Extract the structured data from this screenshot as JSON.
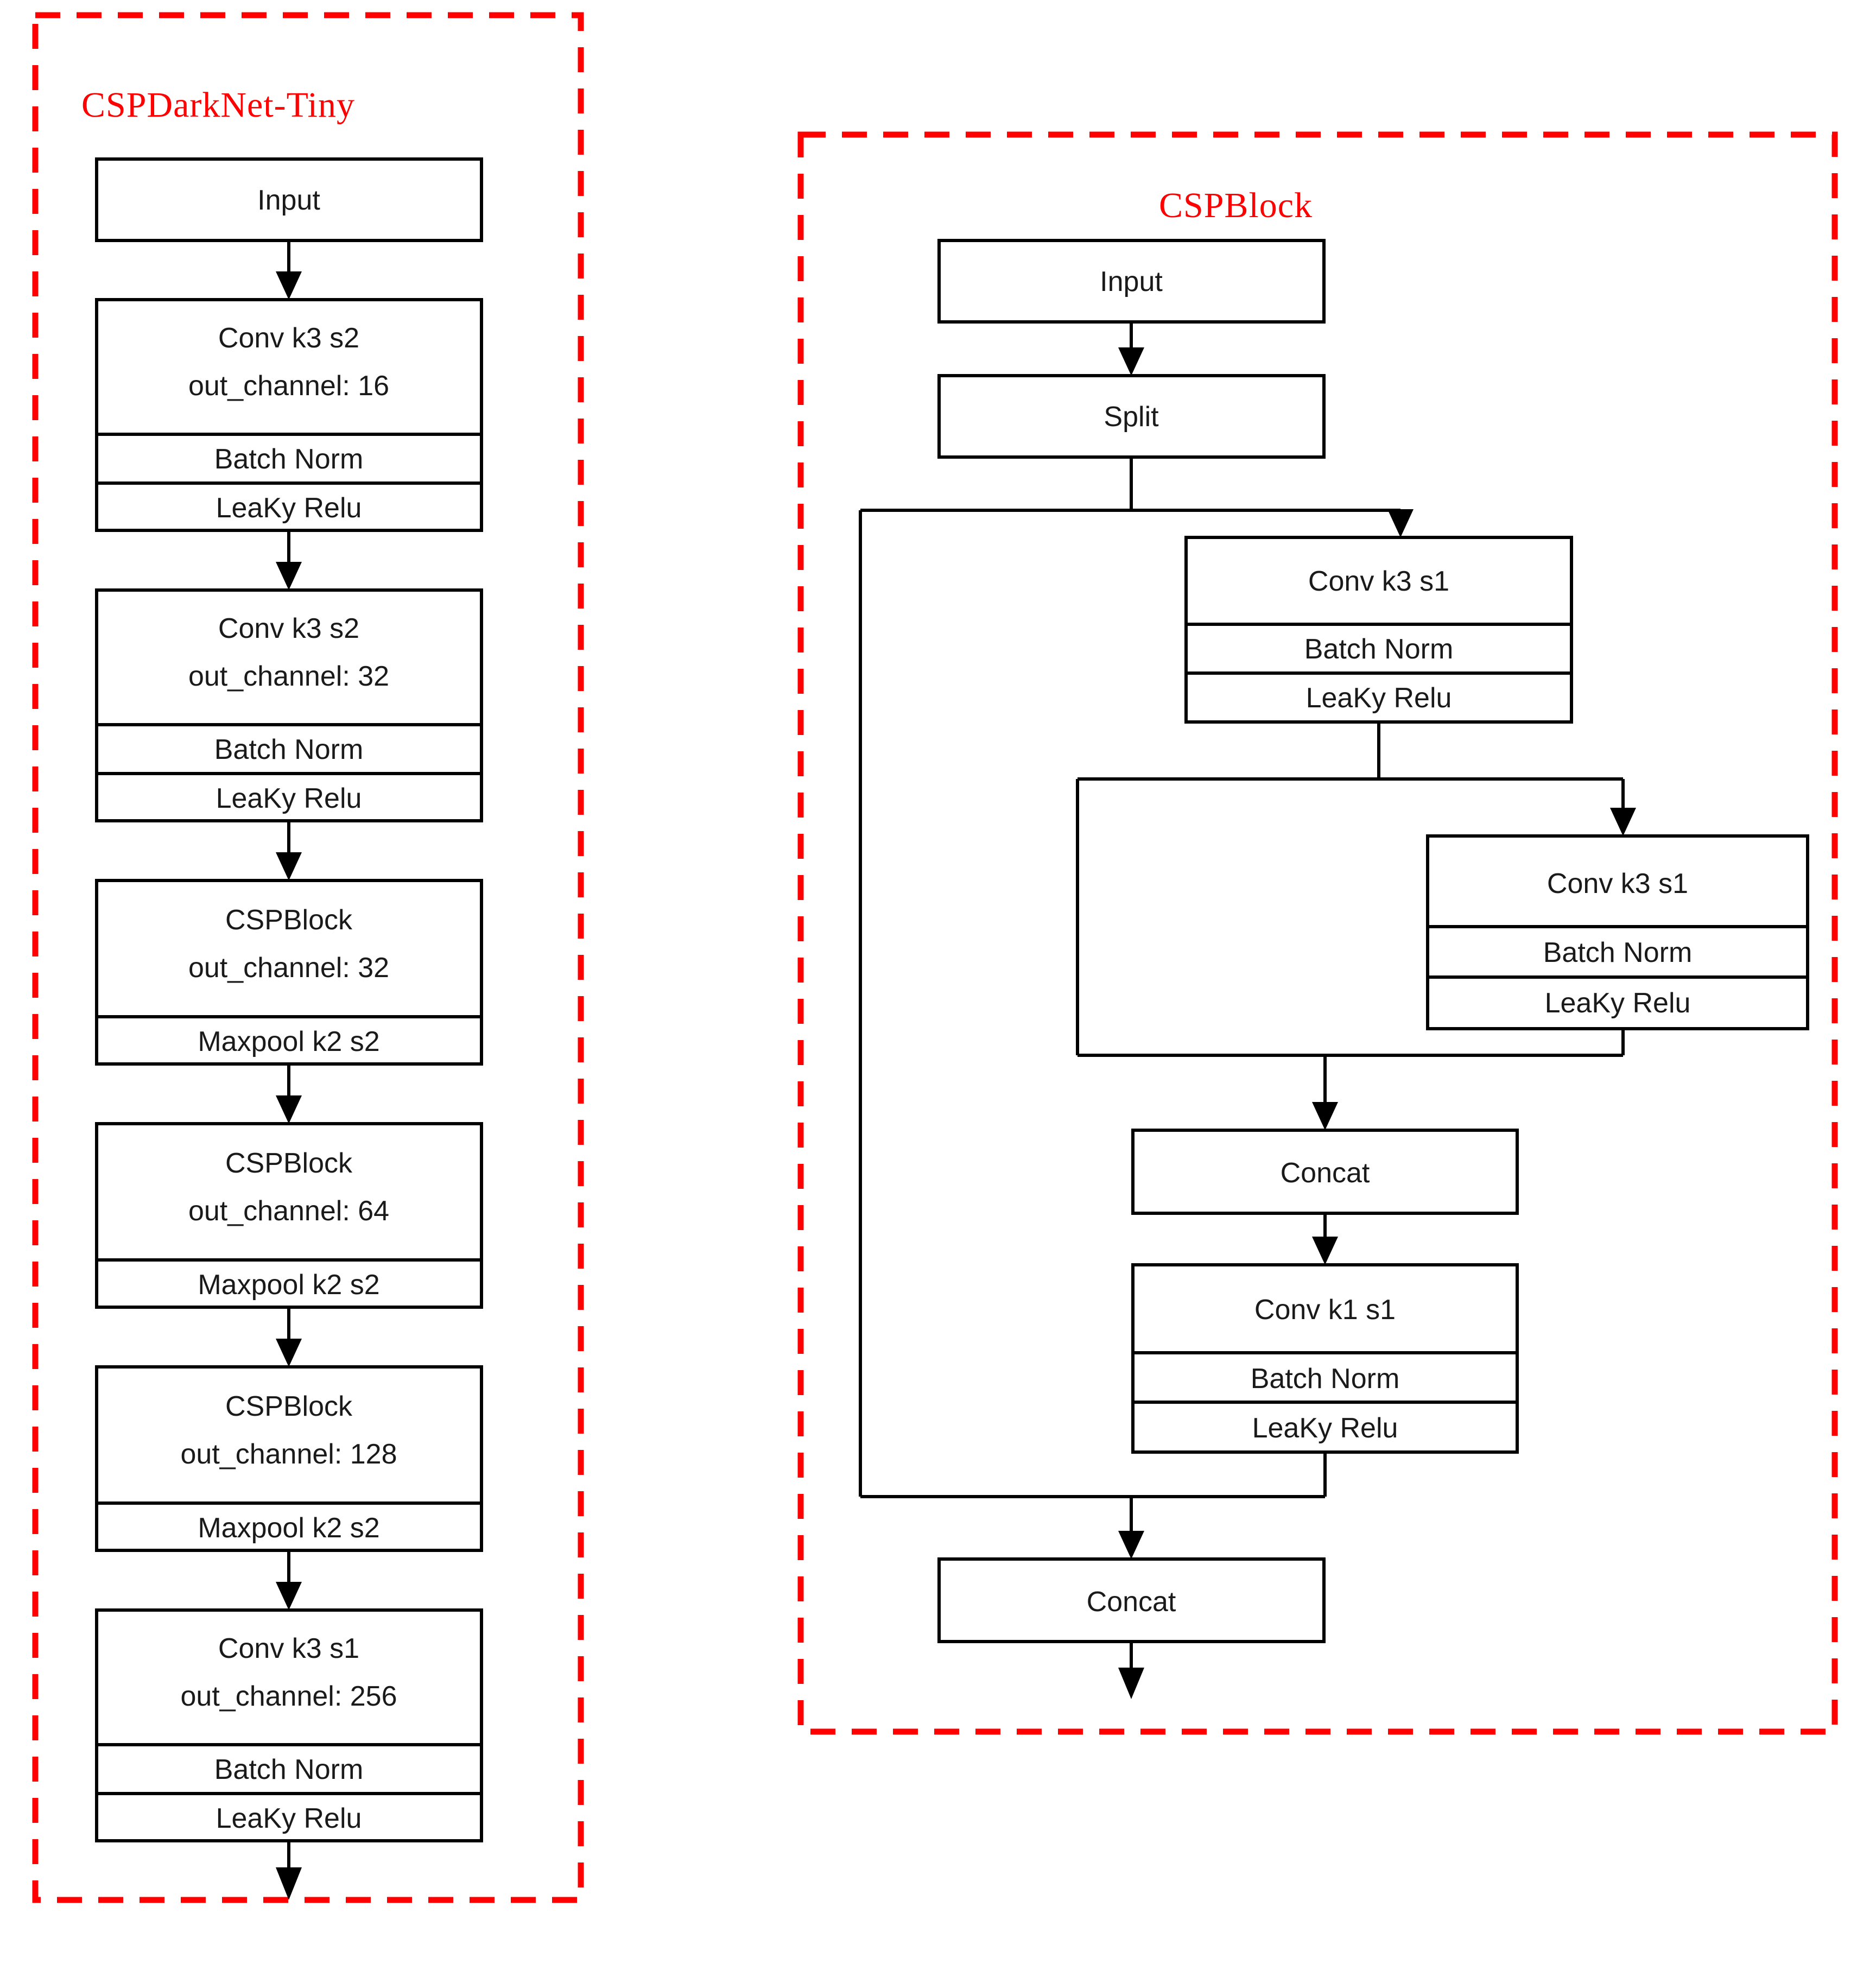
{
  "figure": {
    "type": "diagram",
    "kind": "neural-network-architecture-flowchart",
    "background": "#ffffff",
    "accent_color": "#ff0000",
    "box_stroke_color": "#000000"
  },
  "panels": [
    {
      "id": "cspdarknet-tiny",
      "title": "CSPDarkNet-Tiny",
      "nodes": [
        {
          "id": "l-input",
          "rows": [
            "Input"
          ]
        },
        {
          "id": "l-conv16",
          "rows": [
            "Conv  k3  s2",
            "out_channel: 16",
            "Batch Norm",
            "LeaKy Relu"
          ]
        },
        {
          "id": "l-conv32",
          "rows": [
            "Conv  k3  s2",
            "out_channel: 32",
            "Batch Norm",
            "LeaKy Relu"
          ]
        },
        {
          "id": "l-csp32",
          "rows": [
            "CSPBlock",
            "out_channel: 32",
            "Maxpool  k2  s2"
          ]
        },
        {
          "id": "l-csp64",
          "rows": [
            "CSPBlock",
            "out_channel: 64",
            "Maxpool  k2  s2"
          ]
        },
        {
          "id": "l-csp128",
          "rows": [
            "CSPBlock",
            "out_channel: 128",
            "Maxpool  k2  s2"
          ]
        },
        {
          "id": "l-conv256",
          "rows": [
            "Conv  k3  s1",
            "out_channel: 256",
            "Batch Norm",
            "LeaKy Relu"
          ]
        }
      ]
    },
    {
      "id": "cspblock",
      "title": "CSPBlock",
      "nodes": [
        {
          "id": "r-input",
          "rows": [
            "Input"
          ]
        },
        {
          "id": "r-split",
          "rows": [
            "Split"
          ]
        },
        {
          "id": "r-conv-a",
          "rows": [
            "Conv  k3  s1",
            "Batch Norm",
            "LeaKy Relu"
          ]
        },
        {
          "id": "r-conv-b",
          "rows": [
            "Conv  k3  s1",
            "Batch Norm",
            "LeaKy Relu"
          ]
        },
        {
          "id": "r-concat-1",
          "rows": [
            "Concat"
          ]
        },
        {
          "id": "r-conv-k1",
          "rows": [
            "Conv  k1  s1",
            "Batch Norm",
            "LeaKy Relu"
          ]
        },
        {
          "id": "r-concat-2",
          "rows": [
            "Concat"
          ]
        }
      ]
    }
  ],
  "labels": {
    "input": "Input",
    "split": "Split",
    "concat": "Concat",
    "batch_norm": "Batch Norm",
    "leaky_relu": "LeaKy Relu",
    "conv_k3_s2": "Conv  k3  s2",
    "conv_k3_s1": "Conv  k3  s1",
    "conv_k1_s1": "Conv  k1  s1",
    "maxpool_k2_s2": "Maxpool  k2  s2",
    "cspblock": "CSPBlock",
    "out_channel_16": "out_channel: 16",
    "out_channel_32": "out_channel: 32",
    "out_channel_64": "out_channel: 64",
    "out_channel_128": "out_channel: 128",
    "out_channel_256": "out_channel: 256",
    "title_left": "CSPDarkNet-Tiny",
    "title_right": "CSPBlock"
  }
}
